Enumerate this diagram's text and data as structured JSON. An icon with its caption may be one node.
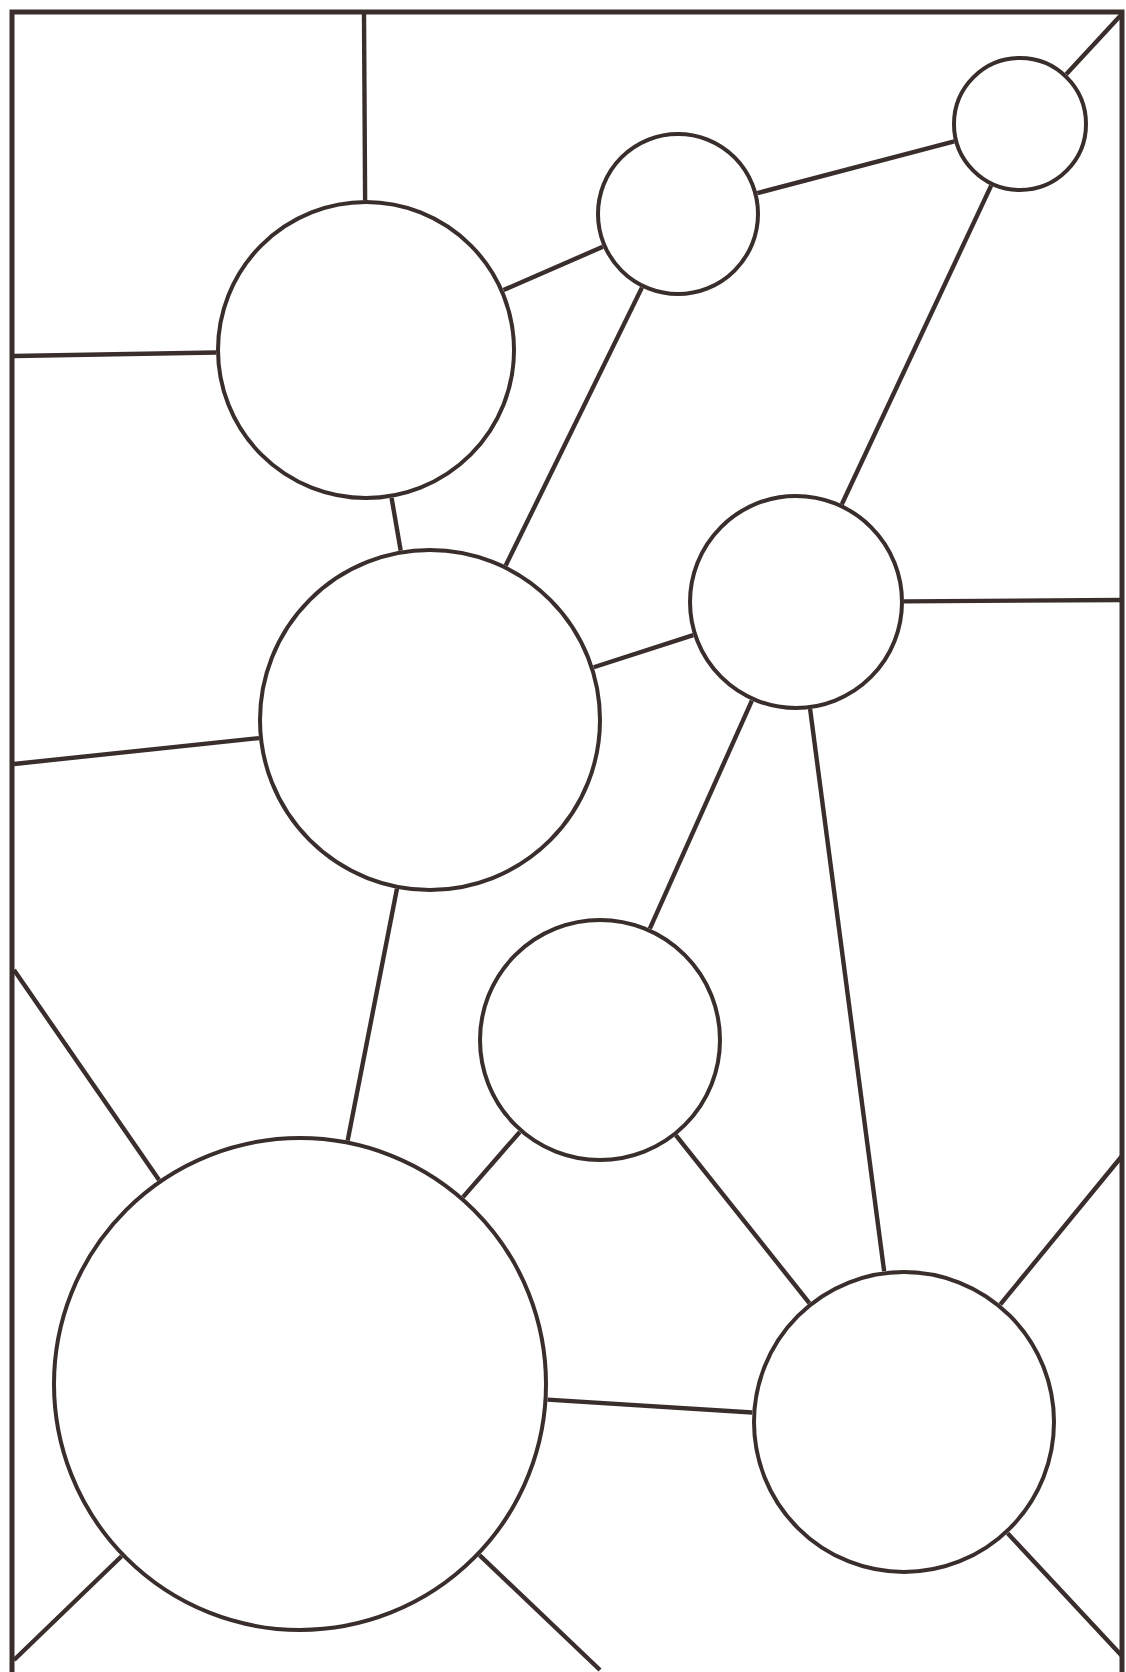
{
  "diagram": {
    "nodes": [
      {
        "text": [],
        "shape": "circle"
      },
      {
        "text": [],
        "shape": "circle"
      },
      {
        "text": [],
        "shape": "circle"
      },
      {
        "text": [],
        "shape": "circle"
      },
      {
        "text": [],
        "shape": "circle"
      },
      {
        "text": [],
        "shape": "circle"
      },
      {
        "text": [],
        "shape": "circle"
      },
      {
        "text": [],
        "shape": "circle"
      }
    ],
    "edges": [
      {
        "from": 0,
        "to": 1,
        "arrow": "none"
      },
      {
        "from": 1,
        "to": 2,
        "arrow": "none"
      },
      {
        "from": 0,
        "to": 3,
        "arrow": "none"
      },
      {
        "from": 1,
        "to": 3,
        "arrow": "none"
      },
      {
        "from": 2,
        "to": 4,
        "arrow": "none"
      },
      {
        "from": 3,
        "to": 4,
        "arrow": "none"
      },
      {
        "from": 3,
        "to": 6,
        "arrow": "none"
      },
      {
        "from": 4,
        "to": 5,
        "arrow": "none"
      },
      {
        "from": 4,
        "to": 7,
        "arrow": "none"
      },
      {
        "from": 5,
        "to": 6,
        "arrow": "none"
      },
      {
        "from": 5,
        "to": 7,
        "arrow": "none"
      },
      {
        "from": 6,
        "to": 7,
        "arrow": "none"
      },
      {
        "from": null,
        "to": 0,
        "arrow": "none"
      },
      {
        "from": null,
        "to": 0,
        "arrow": "none"
      },
      {
        "from": null,
        "to": 2,
        "arrow": "none"
      },
      {
        "from": null,
        "to": 3,
        "arrow": "none"
      },
      {
        "from": null,
        "to": 4,
        "arrow": "none"
      },
      {
        "from": null,
        "to": 6,
        "arrow": "none"
      },
      {
        "from": null,
        "to": 6,
        "arrow": "none"
      },
      {
        "from": null,
        "to": 6,
        "arrow": "none"
      },
      {
        "from": null,
        "to": 7,
        "arrow": "none"
      },
      {
        "from": null,
        "to": 7,
        "arrow": "none"
      }
    ]
  }
}
